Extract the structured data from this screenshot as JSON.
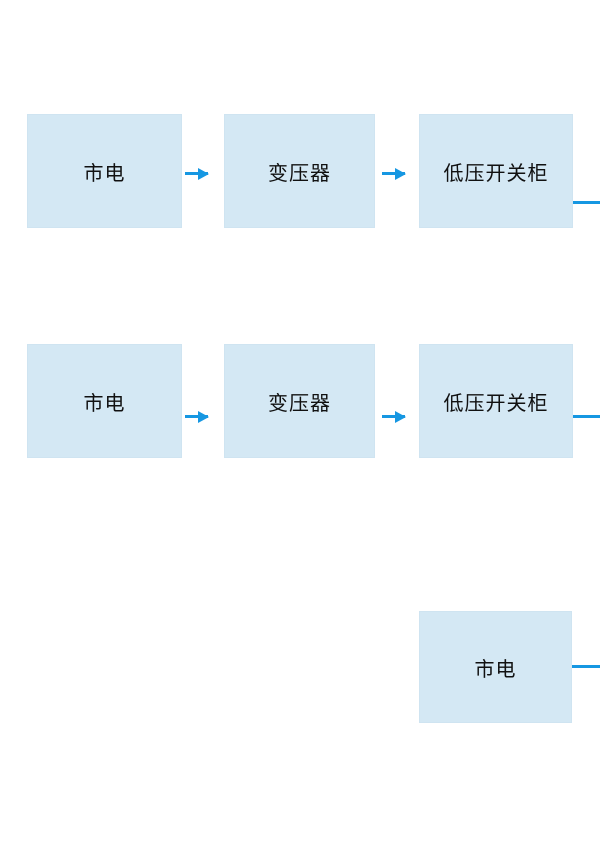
{
  "diagram": {
    "type": "flow-diagram",
    "colors": {
      "background": "#ffffff",
      "box_fill": "#d4e8f4",
      "connector": "#1697e2",
      "text": "#111111"
    },
    "rows": [
      {
        "name": "power-path-1",
        "nodes": [
          {
            "label": "市电"
          },
          {
            "label": "变压器"
          },
          {
            "label": "低压开关柜"
          }
        ]
      },
      {
        "name": "power-path-2",
        "nodes": [
          {
            "label": "市电"
          },
          {
            "label": "变压器"
          },
          {
            "label": "低压开关柜"
          }
        ]
      },
      {
        "name": "power-path-3",
        "nodes": [
          {
            "label": "市电"
          }
        ]
      }
    ]
  }
}
